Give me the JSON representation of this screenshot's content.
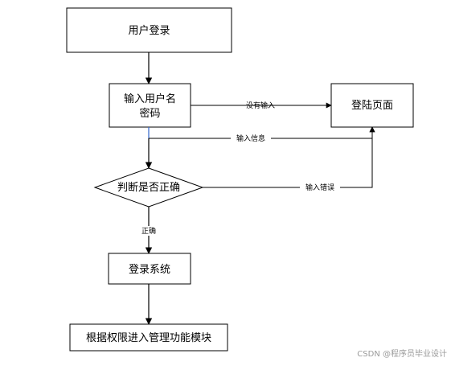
{
  "nodes": {
    "login": "用户登录",
    "input_line1": "输入用户名",
    "input_line2": "密码",
    "login_page": "登陆页面",
    "decision": "判断是否正确",
    "login_system": "登录系统",
    "modules": "根据权限进入管理功能模块"
  },
  "edges": {
    "no_input": "没有输入",
    "input_info": "输入信息",
    "input_error": "输入错误",
    "correct": "正确"
  },
  "watermark": "CSDN @程序员毕业设计",
  "colors": {
    "line": "#000000",
    "accent_line": "#3366cc"
  }
}
